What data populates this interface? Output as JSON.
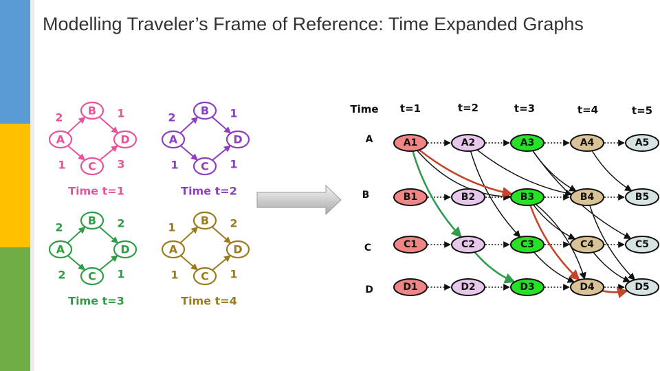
{
  "title": "Modelling Traveler’s Frame of Reference: Time Expanded Graphs",
  "colors": {
    "pink": "#e8549a",
    "purple": "#8e3fbf",
    "green": "#2e9e46",
    "brown": "#9c7a1e",
    "red_path": "#c44528",
    "green_path": "#2f9c4e",
    "arrow_gray": "#bdbdbd"
  },
  "small_graphs": [
    {
      "caption": "Time t=1",
      "color": "pink",
      "nodes": {
        "A": "A",
        "B": "B",
        "C": "C",
        "D": "D"
      },
      "weights": {
        "AB": "2",
        "BD": "1",
        "AC": "1",
        "CD": "3"
      }
    },
    {
      "caption": "Time t=2",
      "color": "purple",
      "nodes": {
        "A": "A",
        "B": "B",
        "C": "C",
        "D": "D"
      },
      "weights": {
        "AB": "2",
        "BD": "1",
        "AC": "1",
        "CD": "1"
      }
    },
    {
      "caption": "Time t=3",
      "color": "green",
      "nodes": {
        "A": "A",
        "B": "B",
        "C": "C",
        "D": "D"
      },
      "weights": {
        "AB": "2",
        "BD": "2",
        "AC": "2",
        "CD": "1"
      }
    },
    {
      "caption": "Time t=4",
      "color": "brown",
      "nodes": {
        "A": "A",
        "B": "B",
        "C": "C",
        "D": "D"
      },
      "weights": {
        "AB": "1",
        "BD": "2",
        "AC": "1",
        "CD": "1"
      }
    }
  ],
  "expanded_graph": {
    "time_header": "Time",
    "time_labels": [
      "t=1",
      "t=2",
      "t=3",
      "t=4",
      "t=5"
    ],
    "row_labels": [
      "A",
      "B",
      "C",
      "D"
    ],
    "nodes": [
      [
        "A1",
        "A2",
        "A3",
        "A4",
        "A5"
      ],
      [
        "B1",
        "B2",
        "B3",
        "B4",
        "B5"
      ],
      [
        "C1",
        "C2",
        "C3",
        "C4",
        "C5"
      ],
      [
        "D1",
        "D2",
        "D3",
        "D4",
        "D5"
      ]
    ],
    "column_fills": [
      "#f08585",
      "#e8c8ea",
      "#27e127",
      "#d9c296",
      "#d7e3e3"
    ]
  }
}
